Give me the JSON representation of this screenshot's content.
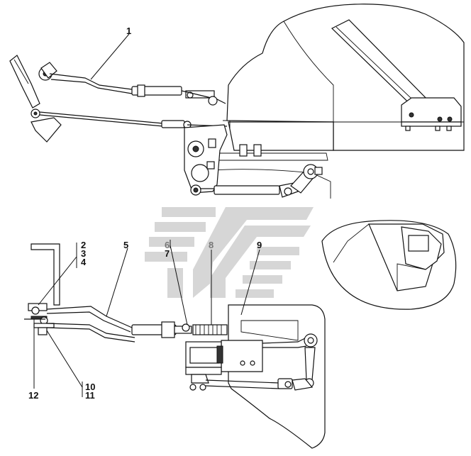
{
  "callouts": {
    "c1": "1",
    "c2": "2",
    "c3": "3",
    "c4": "4",
    "c5": "5",
    "c6": "6",
    "c7": "7",
    "c8": "8",
    "c9": "9",
    "c10": "10",
    "c11": "11",
    "c12": "12"
  },
  "colors": {
    "line": "#111111",
    "watermark": "#d4d4d4",
    "shade": "#f2f2f2",
    "grey_label": "#777777"
  }
}
